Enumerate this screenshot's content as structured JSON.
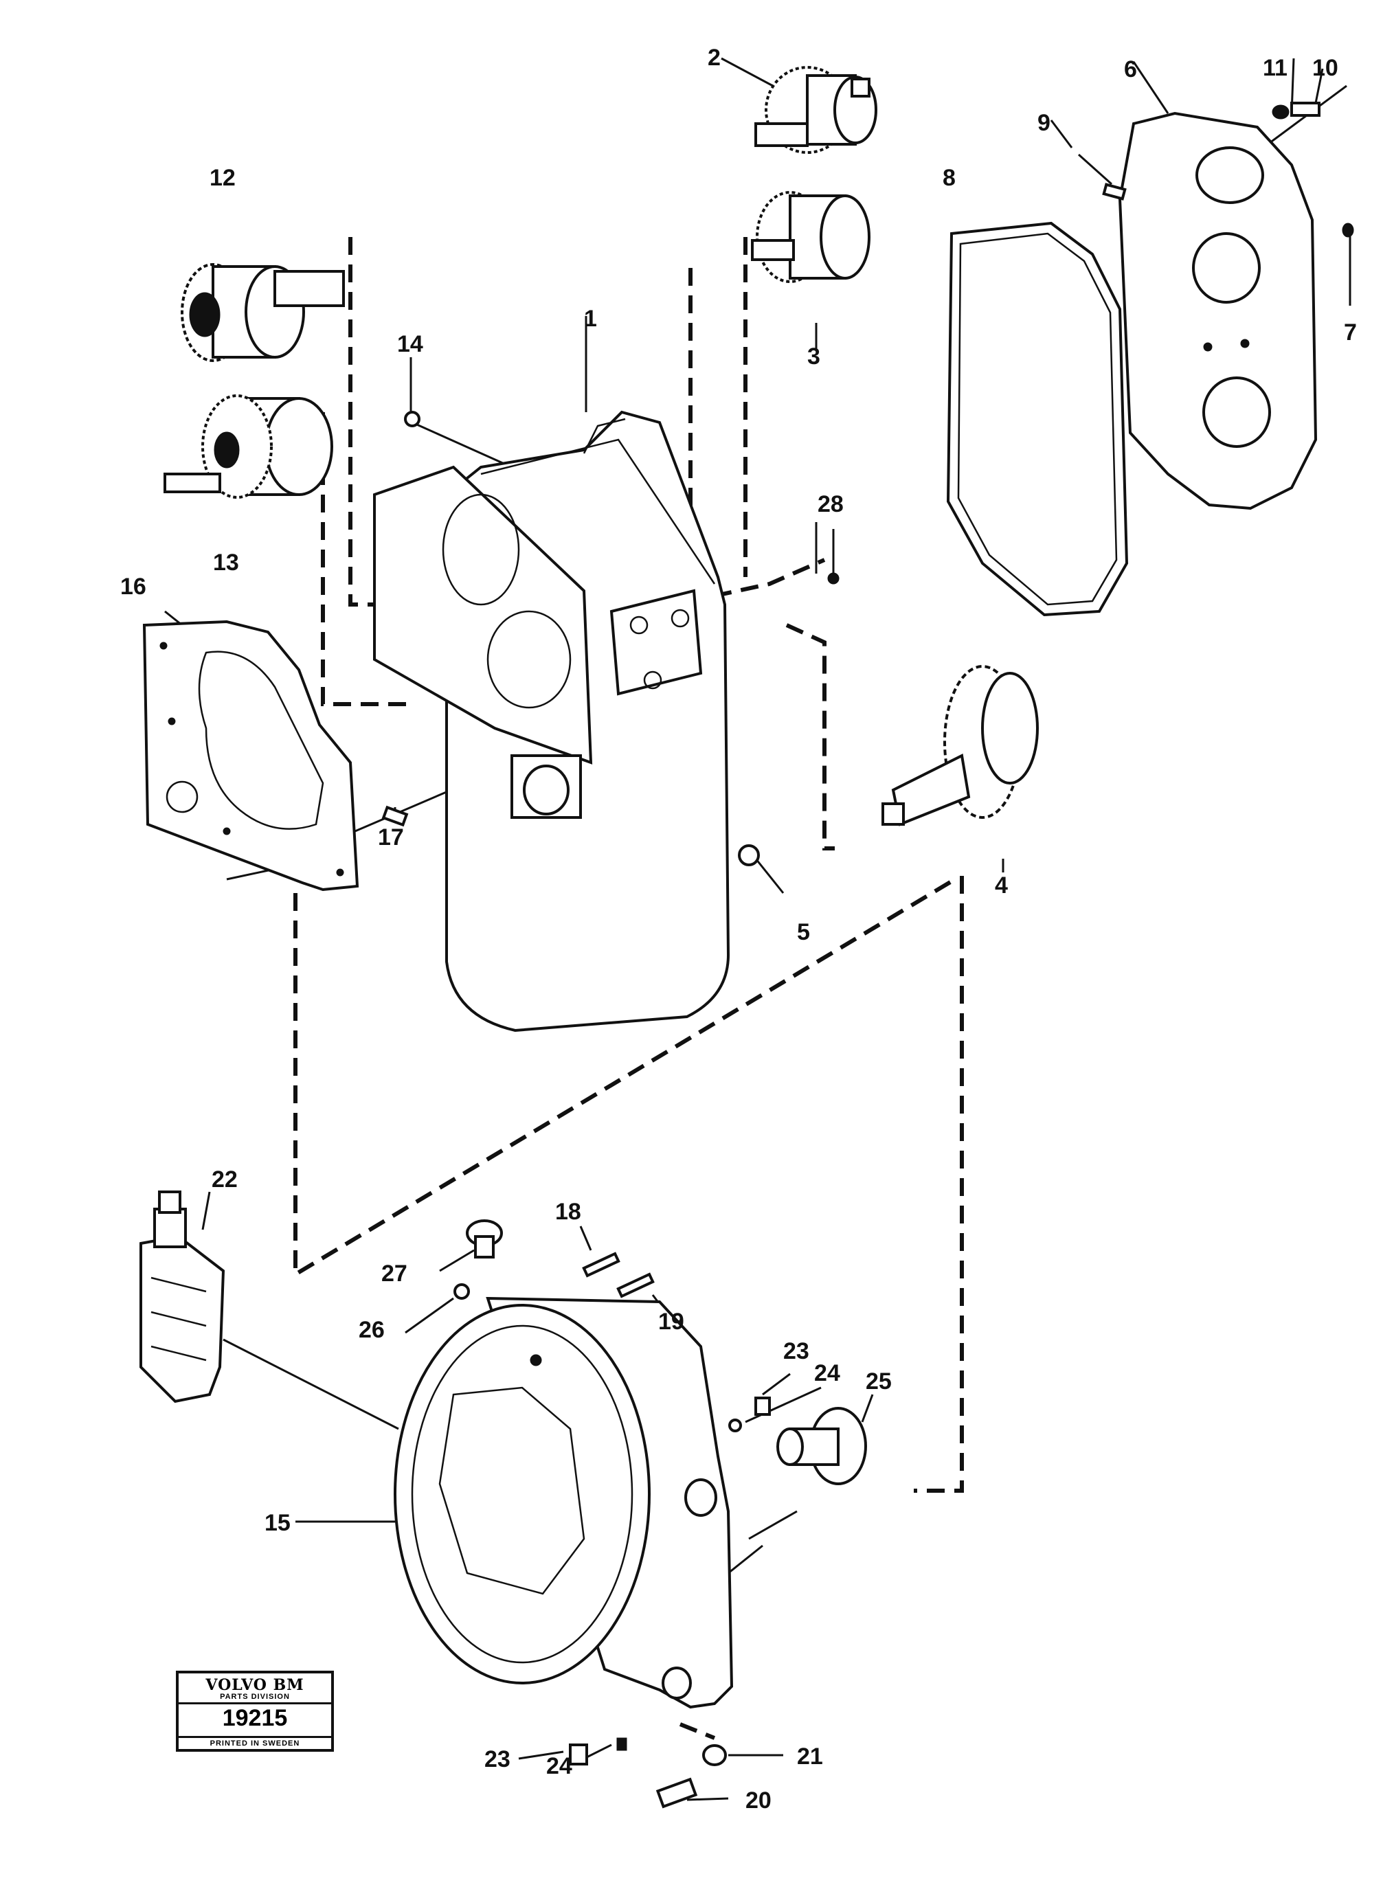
{
  "diagram": {
    "parts": [
      {
        "id": "1",
        "label": "1"
      },
      {
        "id": "2",
        "label": "2"
      },
      {
        "id": "3",
        "label": "3"
      },
      {
        "id": "4",
        "label": "4"
      },
      {
        "id": "5",
        "label": "5"
      },
      {
        "id": "6",
        "label": "6"
      },
      {
        "id": "7",
        "label": "7"
      },
      {
        "id": "8",
        "label": "8"
      },
      {
        "id": "9",
        "label": "9"
      },
      {
        "id": "10",
        "label": "10"
      },
      {
        "id": "11",
        "label": "11"
      },
      {
        "id": "12",
        "label": "12"
      },
      {
        "id": "13",
        "label": "13"
      },
      {
        "id": "14",
        "label": "14"
      },
      {
        "id": "15",
        "label": "15"
      },
      {
        "id": "16",
        "label": "16"
      },
      {
        "id": "17",
        "label": "17"
      },
      {
        "id": "18",
        "label": "18"
      },
      {
        "id": "19",
        "label": "19"
      },
      {
        "id": "20",
        "label": "20"
      },
      {
        "id": "21",
        "label": "21"
      },
      {
        "id": "22",
        "label": "22"
      },
      {
        "id": "23a",
        "label": "23"
      },
      {
        "id": "23b",
        "label": "23"
      },
      {
        "id": "24a",
        "label": "24"
      },
      {
        "id": "24b",
        "label": "24"
      },
      {
        "id": "25",
        "label": "25"
      },
      {
        "id": "26",
        "label": "26"
      },
      {
        "id": "27",
        "label": "27"
      },
      {
        "id": "28",
        "label": "28"
      }
    ]
  },
  "stamp": {
    "brand": "VOLVO BM",
    "division": "PARTS DIVISION",
    "number": "19215",
    "printed": "PRINTED IN SWEDEN"
  }
}
